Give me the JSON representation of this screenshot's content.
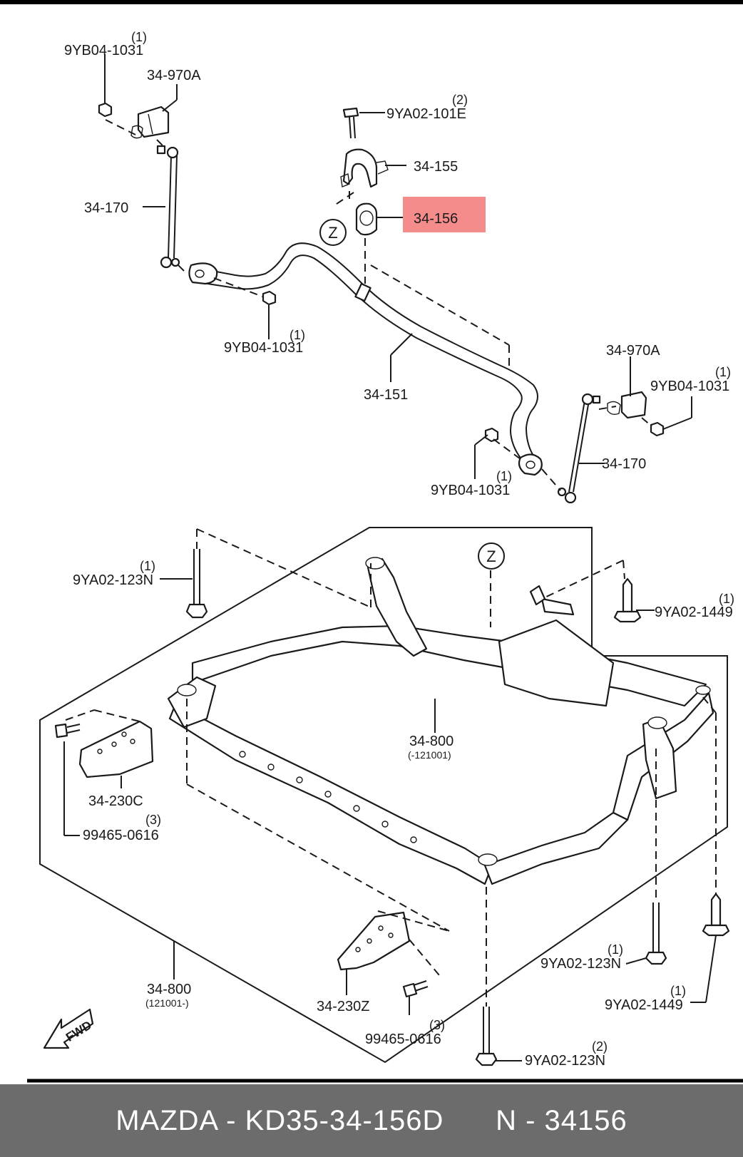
{
  "colors": {
    "highlight": "#f48c8c",
    "footer_bg": "#6c6c6c",
    "line": "#1a1a1a"
  },
  "labels": {
    "tl_nut": "9YB04-1031",
    "tl_nut_qty": "(1)",
    "tl_bracket": "34-970A",
    "tl_link": "34-170",
    "bolt_top": "9YA02-101E",
    "bolt_top_qty": "(2)",
    "clamp": "34-155",
    "bushing": "34-156",
    "z_marker_top": "Z",
    "mid_nut": "9YB04-1031",
    "mid_nut_qty": "(1)",
    "bar": "34-151",
    "tr_bracket": "34-970A",
    "tr_nut": "9YB04-1031",
    "tr_nut_qty": "(1)",
    "tr_link": "34-170",
    "br_nut": "9YB04-1031",
    "br_nut_qty": "(1)",
    "z_marker_frame": "Z",
    "bolt_123n_left": "9YA02-123N",
    "bolt_123n_left_qty": "(1)",
    "bolt_1449_right": "9YA02-1449",
    "bolt_1449_right_qty": "(1)",
    "frame_a": "34-800",
    "frame_a_range": "(-121001)",
    "brace_c": "34-230C",
    "bolt_0616_left": "99465-0616",
    "bolt_0616_left_qty": "(3)",
    "frame_b": "34-800",
    "frame_b_range": "(121001-)",
    "brace_z": "34-230Z",
    "bolt_0616_bottom": "99465-0616",
    "bolt_0616_bottom_qty": "(3)",
    "bolt_123n_right": "9YA02-123N",
    "bolt_123n_right_qty": "(1)",
    "bolt_1449_bottom": "9YA02-1449",
    "bolt_1449_bottom_qty": "(1)",
    "bolt_123n_bottom": "9YA02-123N",
    "bolt_123n_bottom_qty": "(2)",
    "fwd": "FWD"
  },
  "footer": {
    "brand_part": "MAZDA - KD35-34-156D",
    "number": "N - 34156"
  }
}
